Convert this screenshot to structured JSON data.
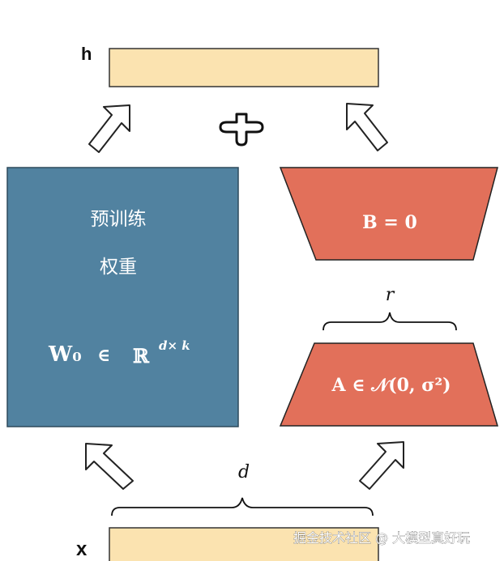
{
  "labels": {
    "h": "h",
    "x": "x",
    "plus": "+",
    "r": "r",
    "d": "d"
  },
  "pretrained_block": {
    "title_line1": "预训练",
    "title_line2": "权重",
    "formula_main": "W₀",
    "formula_in": "∈",
    "formula_space": "ℝ",
    "formula_sup": "d× k"
  },
  "b_block": {
    "formula": "B = 0"
  },
  "a_block": {
    "formula": "A ∈ 𝒩(0, σ²)"
  },
  "watermark": "掘金技术社区 @ 大模型真好玩",
  "colors": {
    "output_bar": "#fbe3b0",
    "input_bar": "#fbe3b0",
    "pretrained": "#5182a0",
    "adapter": "#e2705a",
    "outline": "#333333"
  }
}
